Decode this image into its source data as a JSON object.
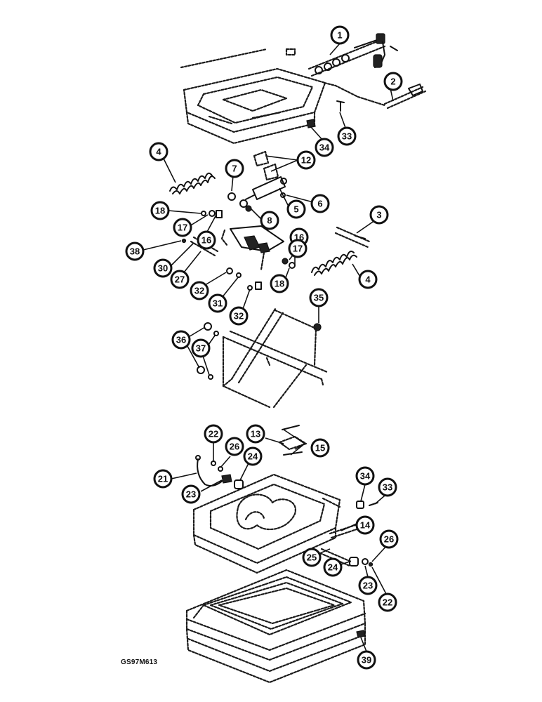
{
  "figure_code": "GS97M613",
  "callouts": [
    {
      "label": "1"
    },
    {
      "label": "2"
    },
    {
      "label": "33"
    },
    {
      "label": "34"
    },
    {
      "label": "12"
    },
    {
      "label": "4"
    },
    {
      "label": "7"
    },
    {
      "label": "6"
    },
    {
      "label": "5"
    },
    {
      "label": "8"
    },
    {
      "label": "18"
    },
    {
      "label": "17"
    },
    {
      "label": "16"
    },
    {
      "label": "38"
    },
    {
      "label": "30"
    },
    {
      "label": "27"
    },
    {
      "label": "32"
    },
    {
      "label": "31"
    },
    {
      "label": "32"
    },
    {
      "label": "3"
    },
    {
      "label": "16"
    },
    {
      "label": "17"
    },
    {
      "label": "4"
    },
    {
      "label": "18"
    },
    {
      "label": "35"
    },
    {
      "label": "36"
    },
    {
      "label": "37"
    },
    {
      "label": "22"
    },
    {
      "label": "26"
    },
    {
      "label": "13"
    },
    {
      "label": "15"
    },
    {
      "label": "24"
    },
    {
      "label": "21"
    },
    {
      "label": "23"
    },
    {
      "label": "34"
    },
    {
      "label": "33"
    },
    {
      "label": "14"
    },
    {
      "label": "26"
    },
    {
      "label": "25"
    },
    {
      "label": "24"
    },
    {
      "label": "23"
    },
    {
      "label": "22"
    },
    {
      "label": "39"
    }
  ]
}
